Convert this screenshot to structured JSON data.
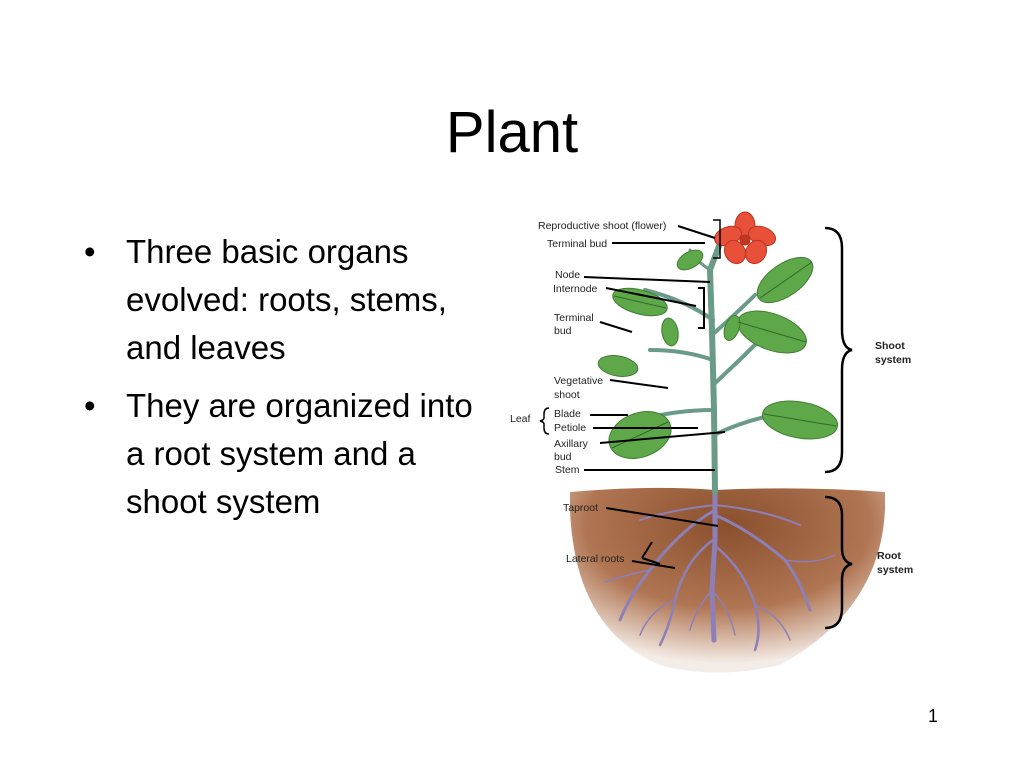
{
  "slide": {
    "title": "Plant",
    "bullets": [
      "Three basic organs evolved: roots, stems, and leaves",
      "They are organized into a root system and a shoot system"
    ],
    "page_number": "1"
  },
  "diagram": {
    "labels": {
      "reproductive_shoot": "Reproductive shoot (flower)",
      "terminal_bud_top": "Terminal bud",
      "node": "Node",
      "internode": "Internode",
      "terminal_bud_side_1": "Terminal",
      "terminal_bud_side_2": "bud",
      "vegetative_shoot_1": "Vegetative",
      "vegetative_shoot_2": "shoot",
      "leaf": "Leaf",
      "blade": "Blade",
      "petiole": "Petiole",
      "axillary_bud_1": "Axillary",
      "axillary_bud_2": "bud",
      "stem": "Stem",
      "taproot": "Taproot",
      "lateral_roots": "Lateral roots",
      "shoot_system_1": "Shoot",
      "shoot_system_2": "system",
      "root_system_1": "Root",
      "root_system_2": "system"
    },
    "colors": {
      "soil": "#a0623c",
      "stem": "#6a9a88",
      "leaf": "#5fa84a",
      "flower": "#e8503a",
      "root": "#8d7fb8"
    }
  }
}
